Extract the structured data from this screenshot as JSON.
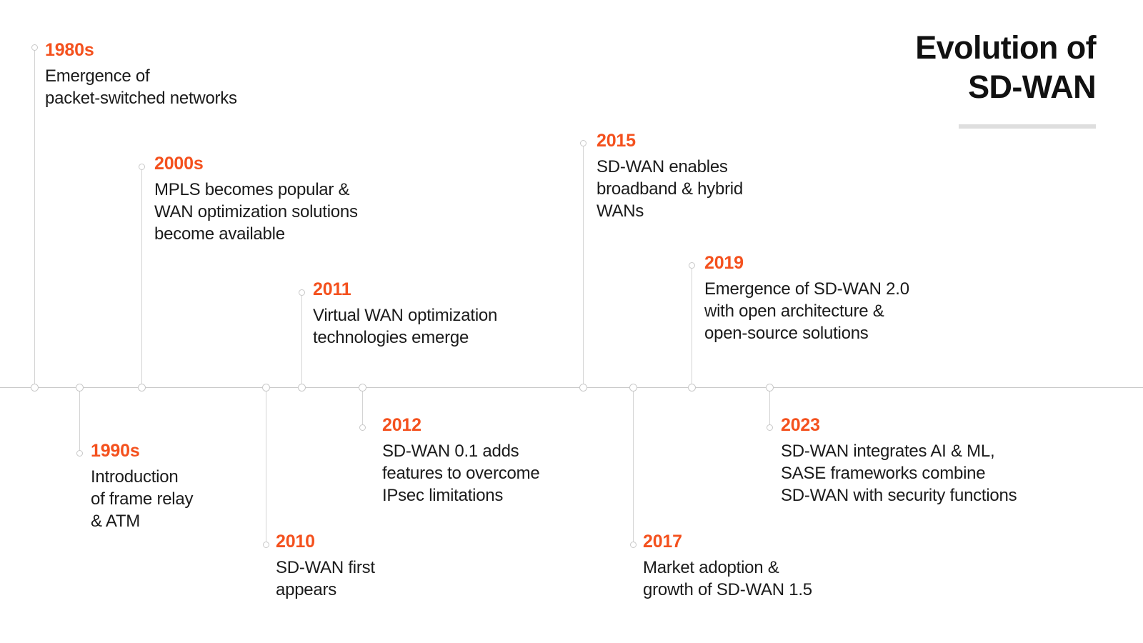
{
  "title": {
    "line1": "Evolution of",
    "line2": "SD-WAN"
  },
  "colors": {
    "accent": "#F4511E",
    "text": "#1b1b1b",
    "line": "#c9c9c9",
    "rule": "#dedede",
    "background": "#ffffff"
  },
  "timeline": {
    "axis_label": "timeline-axis",
    "events": [
      {
        "id": "1980s",
        "year": "1980s",
        "description": "Emergence of\npacket-switched networks",
        "side": "above"
      },
      {
        "id": "1990s",
        "year": "1990s",
        "description": "Introduction\nof frame relay\n& ATM",
        "side": "below"
      },
      {
        "id": "2000s",
        "year": "2000s",
        "description": "MPLS becomes popular &\nWAN optimization solutions\nbecome available",
        "side": "above"
      },
      {
        "id": "2010",
        "year": "2010",
        "description": "SD-WAN first\nappears",
        "side": "below"
      },
      {
        "id": "2011",
        "year": "2011",
        "description": "Virtual WAN optimization\ntechnologies emerge",
        "side": "above"
      },
      {
        "id": "2012",
        "year": "2012",
        "description": "SD-WAN 0.1 adds\nfeatures to overcome\nIPsec limitations",
        "side": "below"
      },
      {
        "id": "2015",
        "year": "2015",
        "description": "SD-WAN enables\nbroadband & hybrid\nWANs",
        "side": "above"
      },
      {
        "id": "2017",
        "year": "2017",
        "description": "Market adoption &\ngrowth of SD-WAN 1.5",
        "side": "below"
      },
      {
        "id": "2019",
        "year": "2019",
        "description": "Emergence of SD-WAN 2.0\nwith open architecture &\nopen-source solutions",
        "side": "above"
      },
      {
        "id": "2023",
        "year": "2023",
        "description": "SD-WAN integrates AI & ML,\nSASE frameworks combine\nSD-WAN with security functions",
        "side": "below"
      }
    ]
  }
}
